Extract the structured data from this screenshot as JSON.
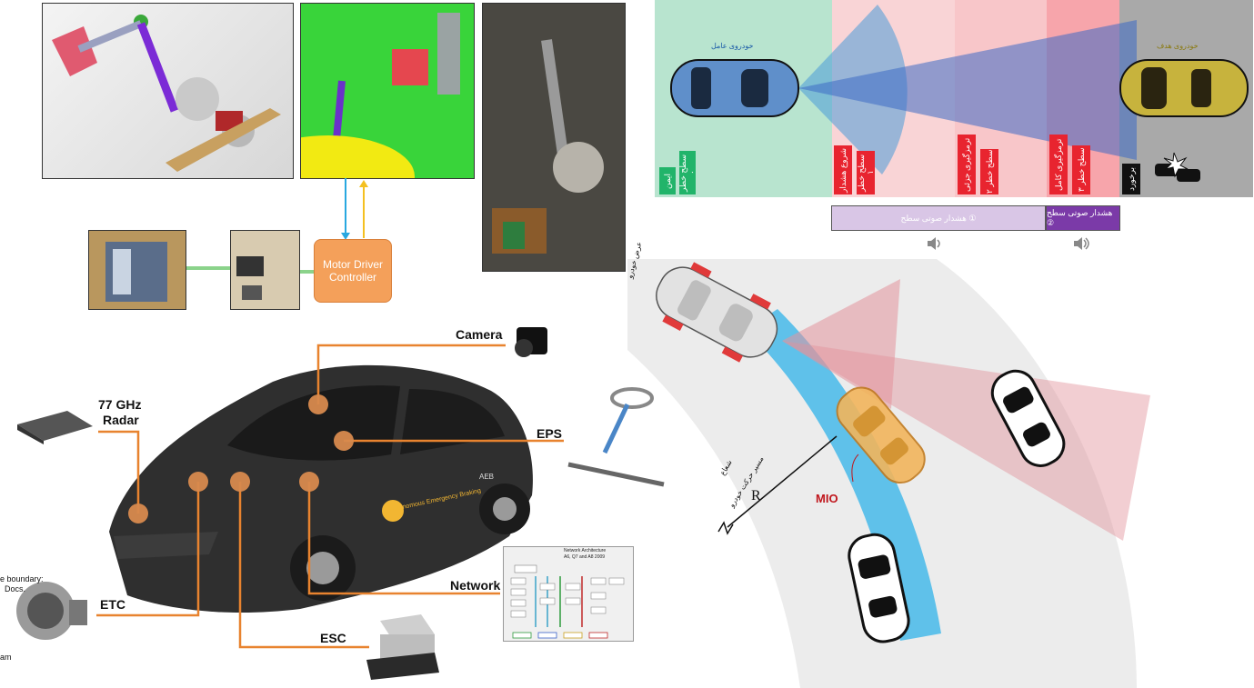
{
  "motor_driver": {
    "label_line1": "Motor Driver",
    "label_line2": "Controller"
  },
  "sensors": {
    "camera": "Camera",
    "radar_line1": "77 GHz",
    "radar_line2": "Radar",
    "eps": "EPS",
    "etc": "ETC",
    "esc": "ESC",
    "network": "Network"
  },
  "car_decal": {
    "aeb": "AEB",
    "brand": "Autonomous Emergency Braking"
  },
  "cropped_text": {
    "line1": "e boundary:",
    "line2": "Docs.",
    "line3": "am"
  },
  "network_doc": {
    "title_line1": "Network Architecture",
    "title_line2": "A6, Q7 and A8   2009"
  },
  "aeb_zones": {
    "host_label": "خودروی عامل",
    "target_label": "خودروی هدف",
    "safe": [
      "ایمن",
      "سطح خطر ۰"
    ],
    "warn": [
      "شروع هشدار",
      "سطح خطر ۱"
    ],
    "partial": [
      "ترمزگیری جزئی",
      "سطح خطر ۲"
    ],
    "full": [
      "ترمزگیری کامل",
      "سطح خطر ۳"
    ],
    "collision": "برخورد",
    "warning1": "هشدار صوتی سطح ①",
    "warning2": "هشدار صوتی سطح ②",
    "colors": {
      "safe": "#b8e4cf",
      "warn": "#f9d4d6",
      "partial": "#f8c6c9",
      "full": "#f7a5ab",
      "collision": "#a9a9a9",
      "tag_green": "#21b46a",
      "tag_red": "#e8242f"
    }
  },
  "curve": {
    "width_label": "عرض خودرو",
    "path_label": "مسیر حرکت خودرو",
    "radius_label": "شعاع",
    "radius_symbol": "R",
    "mio": "MIO"
  }
}
